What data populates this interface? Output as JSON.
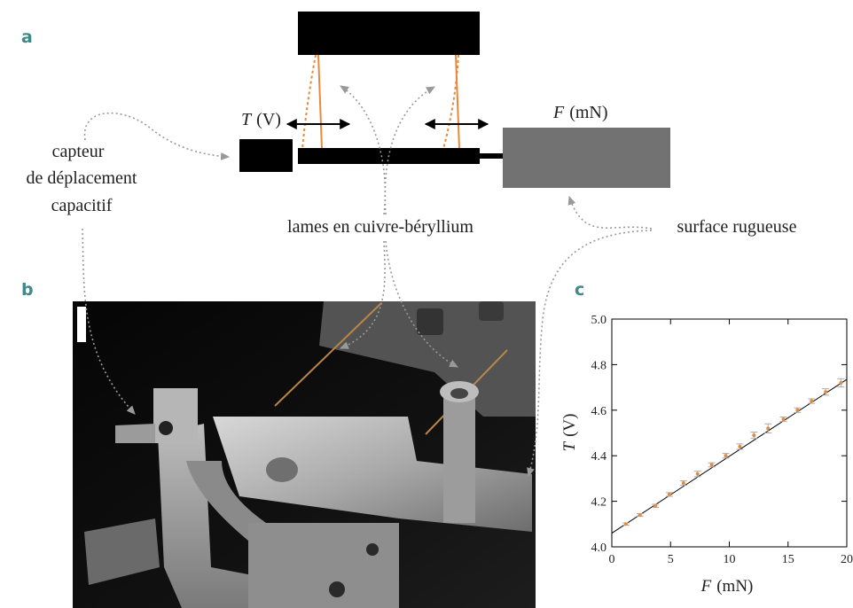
{
  "panels": {
    "a": "a",
    "b": "b",
    "c": "c"
  },
  "diagram": {
    "t_symbol": "T",
    "t_unit": "(V)",
    "f_symbol": "F",
    "f_unit": "(mN)",
    "sensor_label": [
      "capteur",
      "de déplacement",
      "capacitif"
    ],
    "blades_label": "lames en cuivre-béryllium",
    "surface_label": "surface rugueuse",
    "colors": {
      "blade": "#e8893a",
      "dark": "#000000",
      "gray": "#727272",
      "arrow": "#999999"
    }
  },
  "chart_data": {
    "type": "scatter",
    "xlabel_symbol": "F",
    "xlabel_unit": "(mN)",
    "ylabel_symbol": "T",
    "ylabel_unit": "(V)",
    "xlim": [
      0,
      20
    ],
    "ylim": [
      4.0,
      5.0
    ],
    "xticks": [
      "0",
      "5",
      "10",
      "15",
      "20"
    ],
    "yticks": [
      "4.0",
      "4.2",
      "4.4",
      "4.6",
      "4.8",
      "5.0"
    ],
    "points": {
      "x": [
        1.2,
        2.4,
        3.7,
        4.9,
        6.1,
        7.3,
        8.5,
        9.7,
        10.9,
        12.1,
        13.3,
        14.6,
        15.8,
        17.0,
        18.2,
        19.5
      ],
      "y": [
        4.1,
        4.14,
        4.18,
        4.23,
        4.28,
        4.32,
        4.36,
        4.4,
        4.44,
        4.49,
        4.52,
        4.56,
        4.6,
        4.64,
        4.68,
        4.72
      ],
      "err": [
        0.005,
        0.006,
        0.007,
        0.008,
        0.01,
        0.012,
        0.009,
        0.01,
        0.012,
        0.014,
        0.02,
        0.01,
        0.01,
        0.01,
        0.014,
        0.018
      ]
    },
    "fit": {
      "x": [
        0,
        20
      ],
      "y": [
        4.06,
        4.735
      ]
    },
    "colors": {
      "point": "#e8893a",
      "errorbar": "#aaaaaa",
      "fit": "#000000"
    }
  }
}
